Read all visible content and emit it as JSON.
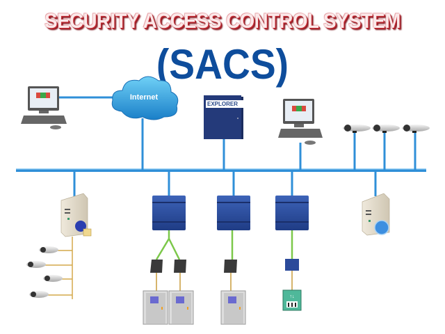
{
  "header": {
    "title": "SECURITY ACCESS CONTROL SYSTEM",
    "subtitle": "(SACS)"
  },
  "network": {
    "cloud_label": "Internet",
    "panel_label": "EXPLORER",
    "top_nodes": [
      {
        "id": "remote-workstation",
        "type": "workstation"
      },
      {
        "id": "internet-cloud",
        "type": "cloud"
      },
      {
        "id": "explorer-panel",
        "type": "control-panel"
      },
      {
        "id": "local-workstation",
        "type": "workstation"
      },
      {
        "id": "ip-camera-1",
        "type": "camera"
      },
      {
        "id": "ip-camera-2",
        "type": "camera"
      },
      {
        "id": "ip-camera-3",
        "type": "camera"
      }
    ],
    "bottom_nodes": [
      {
        "id": "dvr-server",
        "type": "server",
        "cameras": 4
      },
      {
        "id": "door-controller-1",
        "type": "controller",
        "readers": 2,
        "doors": 2
      },
      {
        "id": "door-controller-2",
        "type": "controller",
        "readers": 1,
        "doors": 1
      },
      {
        "id": "elevator-controller",
        "type": "controller",
        "readers": 1,
        "elevator": 1
      },
      {
        "id": "database-server",
        "type": "server"
      }
    ]
  },
  "colors": {
    "bus": "#2f8fd8",
    "field_bus": "#7cc84a",
    "wiring": "#d4a84a",
    "title_shadow": "#a01c25",
    "subtitle": "#0e4d9c",
    "controller": "#2b4a9a"
  }
}
